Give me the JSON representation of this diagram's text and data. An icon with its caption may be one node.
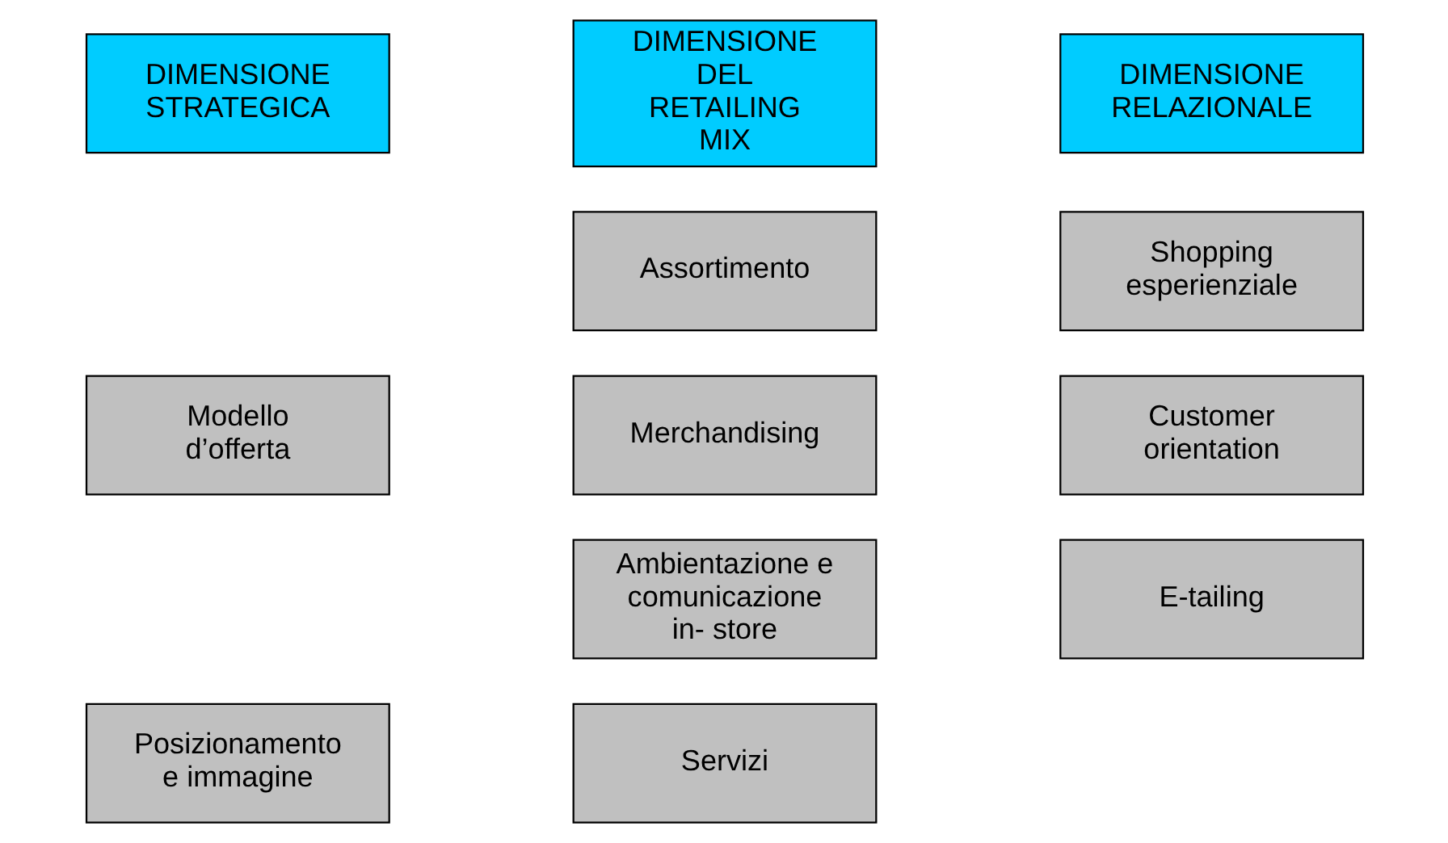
{
  "diagram": {
    "nodes": [
      {
        "text": [
          "DIMENSIONE STRATEGICA"
        ]
      },
      {
        "text": [
          "DIMENSIONE DEL RETAILING MIX"
        ]
      },
      {
        "text": [
          "DIMENSIONE RELAZIONALE"
        ]
      },
      {
        "text": [
          "Modello d’offerta"
        ]
      },
      {
        "text": [
          "Posizionamento e immagine"
        ]
      },
      {
        "text": [
          "Assortimento"
        ]
      },
      {
        "text": [
          "Merchandising"
        ]
      },
      {
        "text": [
          "Ambientazione e comunicazione in- store"
        ]
      },
      {
        "text": [
          "Servizi"
        ]
      },
      {
        "text": [
          "Shopping esperienziale"
        ]
      },
      {
        "text": [
          "Customer orientation"
        ]
      },
      {
        "text": [
          "E-tailing"
        ]
      }
    ],
    "edges": []
  }
}
